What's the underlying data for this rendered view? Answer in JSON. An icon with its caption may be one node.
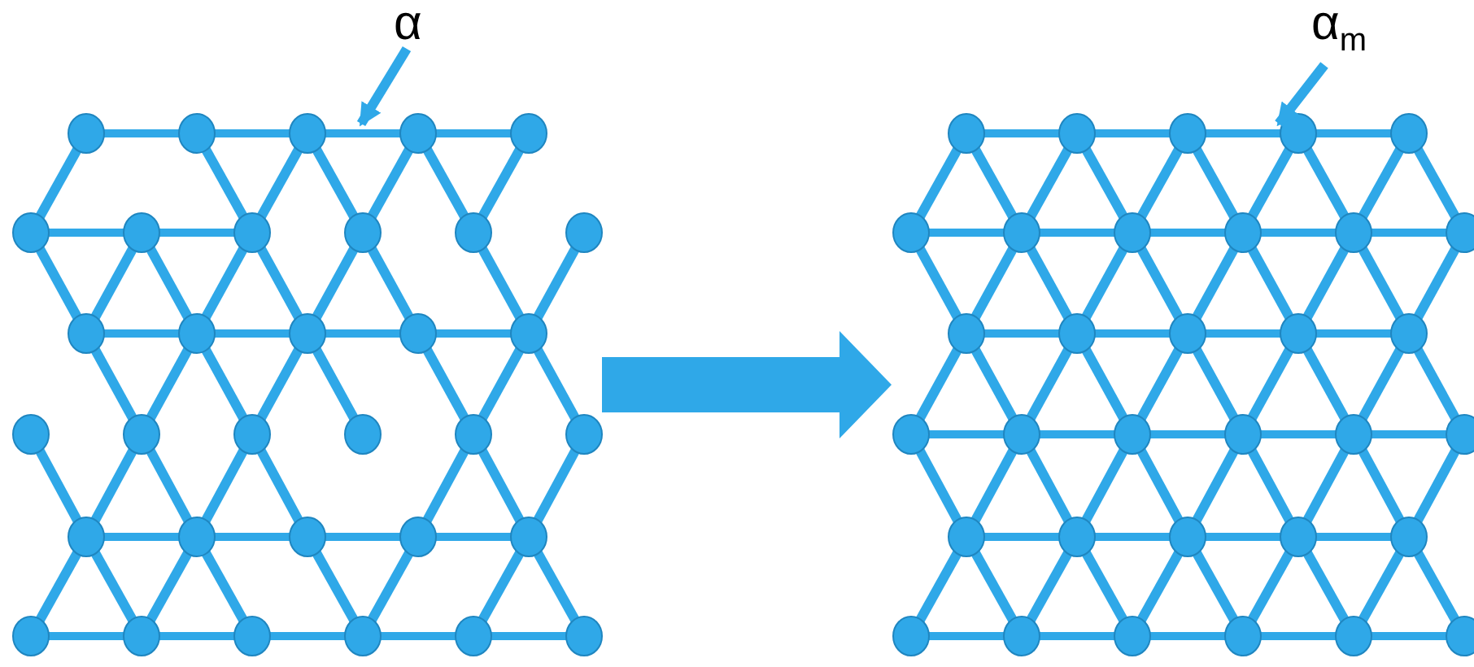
{
  "diagram": {
    "nodes": [
      {
        "text": [
          "α"
        ]
      },
      {
        "text": [],
        "shape": "picture"
      },
      {
        "text": [
          "α$_{m}$"
        ]
      },
      {
        "text": [],
        "shape": "picture"
      }
    ],
    "edges": [
      {
        "from": 0,
        "to": 1,
        "arrow": "to"
      },
      {
        "from": 1,
        "to": 3,
        "arrow": "to",
        "style": "thick"
      },
      {
        "from": 2,
        "to": 3,
        "arrow": "to"
      }
    ]
  }
}
